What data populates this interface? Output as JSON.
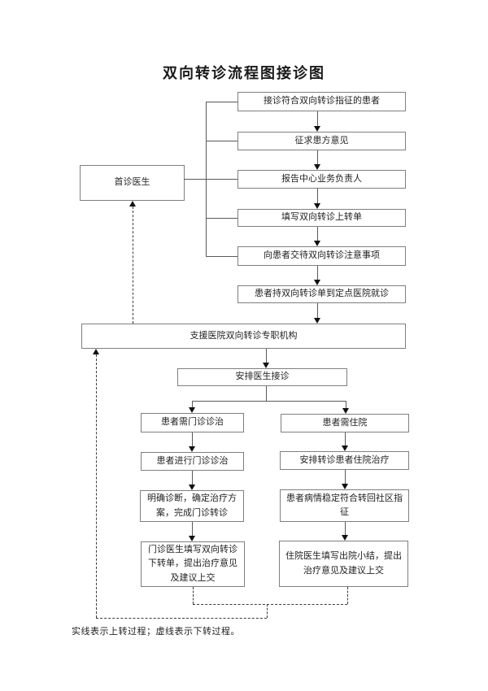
{
  "page": {
    "title": "双向转诊流程图接诊图",
    "legend": "实线表示上转过程；虚线表示下转过程。"
  },
  "nodes": {
    "first_doctor": "首诊医生",
    "receive_patient": "接诊符合双向转诊指征的患者",
    "seek_opinion": "征求患方意见",
    "report_manager": "报告中心业务负责人",
    "fill_referral_form": "填写双向转诊上转单",
    "explain_notes": "向患者交待双向转诊注意事项",
    "goto_hospital": "患者持双向转诊单到定点医院就诊",
    "referral_agency": "支援医院双向转诊专职机构",
    "arrange_doctor": "安排医生接诊",
    "need_outpatient": "患者需门诊诊治",
    "need_inpatient": "患者需住院",
    "do_outpatient": "患者进行门诊诊治",
    "arrange_inpatient": "安排转诊患者住院治疗",
    "confirm_diagnosis": "明确诊断，确定治疗方案，完成门诊转诊",
    "stable_condition": "患者病情稳定符合转回社区指征",
    "outpatient_downform": "门诊医生填写双向转诊下转单，提出治疗意见及建议上交",
    "discharge_summary": "住院医生填写出院小结，提出治疗意见及建议上交"
  }
}
